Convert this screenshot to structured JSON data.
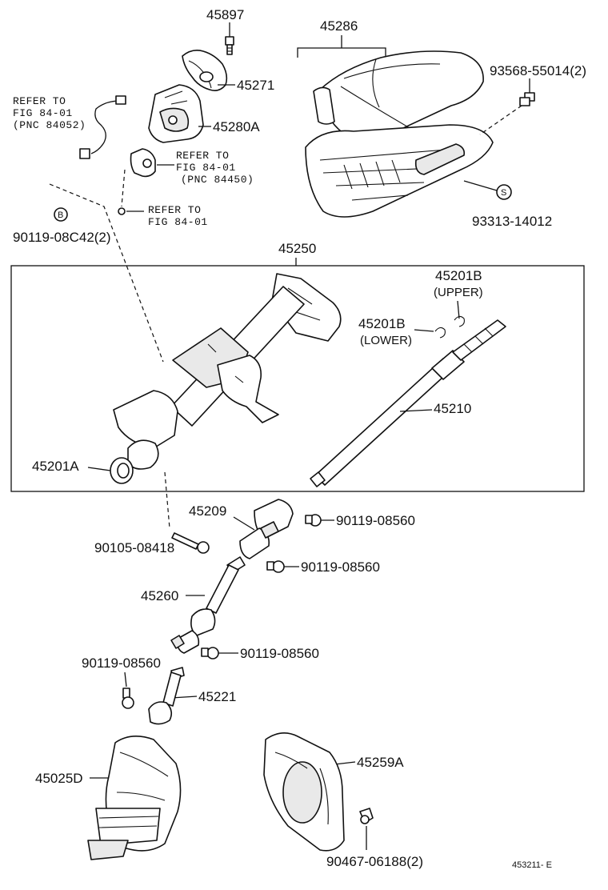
{
  "diagram": {
    "labels": {
      "p45897": "45897",
      "p45286": "45286",
      "p45271": "45271",
      "p93568": "93568-55014(2)",
      "p45280A": "45280A",
      "p93313": "93313-14012",
      "p90119_08C42": "90119-08C42(2)",
      "p45250": "45250",
      "p45201B_upper": "45201B",
      "upper": "(UPPER)",
      "p45201B_lower": "45201B",
      "lower": "(LOWER)",
      "p45210": "45210",
      "p45201A": "45201A",
      "p45209": "45209",
      "p90119_a": "90119-08560",
      "p90105": "90105-08418",
      "p90119_b": "90119-08560",
      "p45260": "45260",
      "p90119_c": "90119-08560",
      "p90119_d": "90119-08560",
      "p45221": "45221",
      "p45025D": "45025D",
      "p45259A": "45259A",
      "p90467": "90467-06188(2)",
      "code": "453211- E"
    },
    "refs": {
      "r1_l1": "REFER TO",
      "r1_l2": "FIG 84-01",
      "r1_l3": "(PNC 84052)",
      "r2_l1": "REFER TO",
      "r2_l2": "FIG 84-01",
      "r2_l3": "(PNC 84450)",
      "r3_l1": "REFER TO",
      "r3_l2": "FIG 84-01"
    },
    "markers": {
      "b": "B",
      "s": "S"
    }
  }
}
